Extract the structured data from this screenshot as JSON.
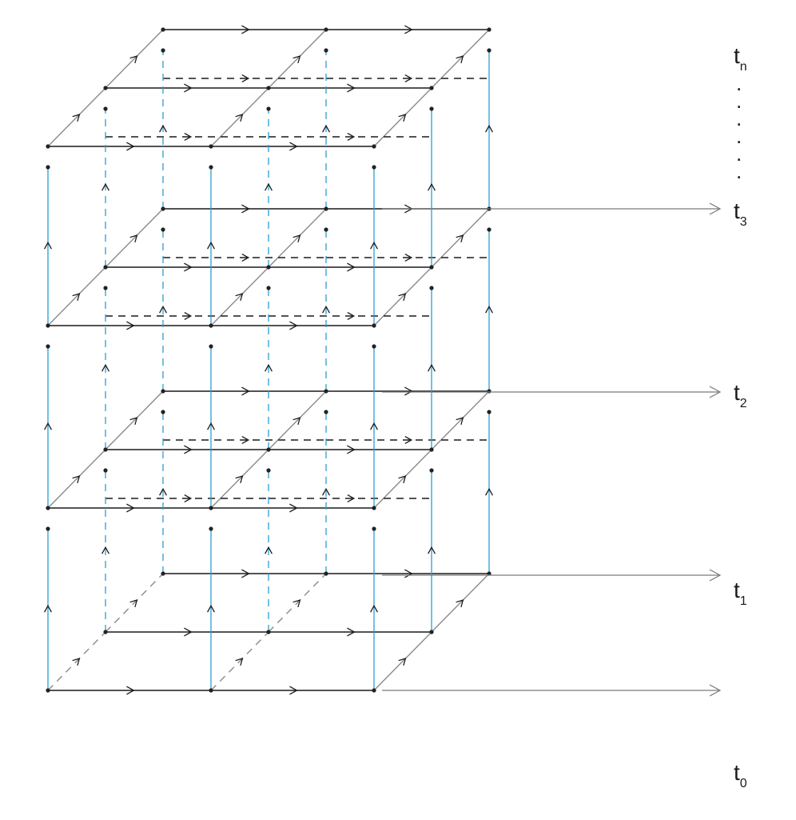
{
  "time_axis": {
    "labels": [
      {
        "base": "t",
        "sub": "0"
      },
      {
        "base": "t",
        "sub": "1"
      },
      {
        "base": "t",
        "sub": "2"
      },
      {
        "base": "t",
        "sub": "3"
      },
      {
        "base": "t",
        "sub": "n"
      }
    ],
    "ellipsis": "."
  },
  "lattice": {
    "spatial_grid": "3x3",
    "time_slices": [
      "t0",
      "t1",
      "t2",
      "t3"
    ]
  },
  "colors": {
    "x_edge": "#1a1a1a",
    "depth_edge": "#8a8a8a",
    "time_edge": "#2a9fd6",
    "arrow": "#1a1a1a",
    "time_axis": "#7a7a7a",
    "node": "#222222"
  }
}
